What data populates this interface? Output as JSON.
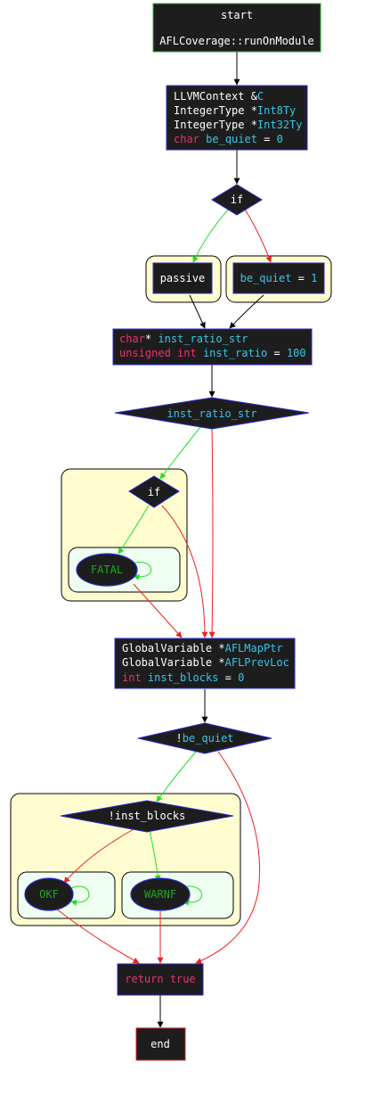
{
  "nodes": {
    "start": {
      "line1": "start",
      "line2": "AFLCoverage::runOnModule"
    },
    "decl1": {
      "l1a": "LLVMContext &",
      "l1b": "C",
      "l2a": "IntegerType *",
      "l2b": "Int8Ty",
      "l3a": "IntegerType *",
      "l3b": "Int32Ty",
      "l4a": "char",
      "l4b": "be_quiet",
      "l4c": "=",
      "l4d": "0"
    },
    "if1": "if",
    "passive": "passive",
    "be_quiet_set": {
      "a": "be_quiet",
      "b": "=",
      "c": "1"
    },
    "decl2": {
      "l1a": "char",
      "l1b": "*",
      "l1c": "inst_ratio_str",
      "l2a": "unsigned int",
      "l2b": "inst_ratio",
      "l2c": "=",
      "l2d": "100"
    },
    "inst_ratio_str": "inst_ratio_str",
    "if2": "if",
    "fatal": "FATAL",
    "decl3": {
      "l1a": "GlobalVariable *",
      "l1b": "AFLMapPtr",
      "l2a": "GlobalVariable *",
      "l2b": "AFLPrevLoc",
      "l3a": "int",
      "l3b": "inst_blocks",
      "l3c": "=",
      "l3d": "0"
    },
    "not_be_quiet": {
      "a": "!",
      "b": "be_quiet"
    },
    "not_inst_blocks": "!inst_blocks",
    "okf": "OKF",
    "warnf": "WARNF",
    "return_true": "return true",
    "end": "end"
  },
  "colors": {
    "node_fill": "#1d1d1d",
    "cluster_fill": "#fffdd0",
    "inner_cluster_fill": "#eefef0",
    "keyword_pink": "#f0306a",
    "identifier_cyan": "#38c6e8",
    "edge_true": "#22dd22",
    "edge_false": "#ee2222",
    "edge_plain": "#000000",
    "border_green": "#2faa2f",
    "border_blue": "#2a2ad0",
    "border_red": "#cc2222"
  }
}
